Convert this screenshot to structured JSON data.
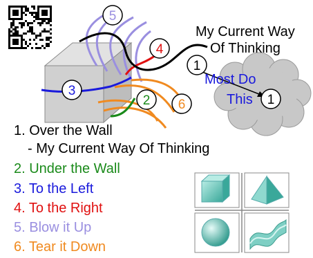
{
  "diagram": {
    "title_line1": "My Current Way",
    "title_line2": "Of Thinking",
    "most_do_line1": "Most Do",
    "most_do_line2": "This",
    "route_numbers": [
      "1",
      "2",
      "3",
      "4",
      "5",
      "6"
    ]
  },
  "legend": {
    "items": [
      {
        "text": "1. Over the Wall",
        "color": "#000000"
      },
      {
        "text": "- My Current Way Of Thinking",
        "color": "#000000"
      },
      {
        "text": "2. Under the Wall",
        "color": "#1a8a1a"
      },
      {
        "text": "3. To the Left",
        "color": "#1a1adc"
      },
      {
        "text": "4. To the Right",
        "color": "#e01010"
      },
      {
        "text": "5. Blow it Up",
        "color": "#9a8fe0"
      },
      {
        "text": "6. Tear it Down",
        "color": "#f08a20"
      }
    ]
  },
  "colors": {
    "green": "#1a8a1a",
    "blue": "#1a1adc",
    "red": "#e01010",
    "lavender": "#9a8fe0",
    "orange": "#f08a20",
    "wall": "#c8c8c8",
    "cloud": "#c8c8c8",
    "shape": "#7ecfc4"
  },
  "icons": [
    "qr-code-icon",
    "cube-icon",
    "pyramid-icon",
    "sphere-icon",
    "wave-icon"
  ]
}
